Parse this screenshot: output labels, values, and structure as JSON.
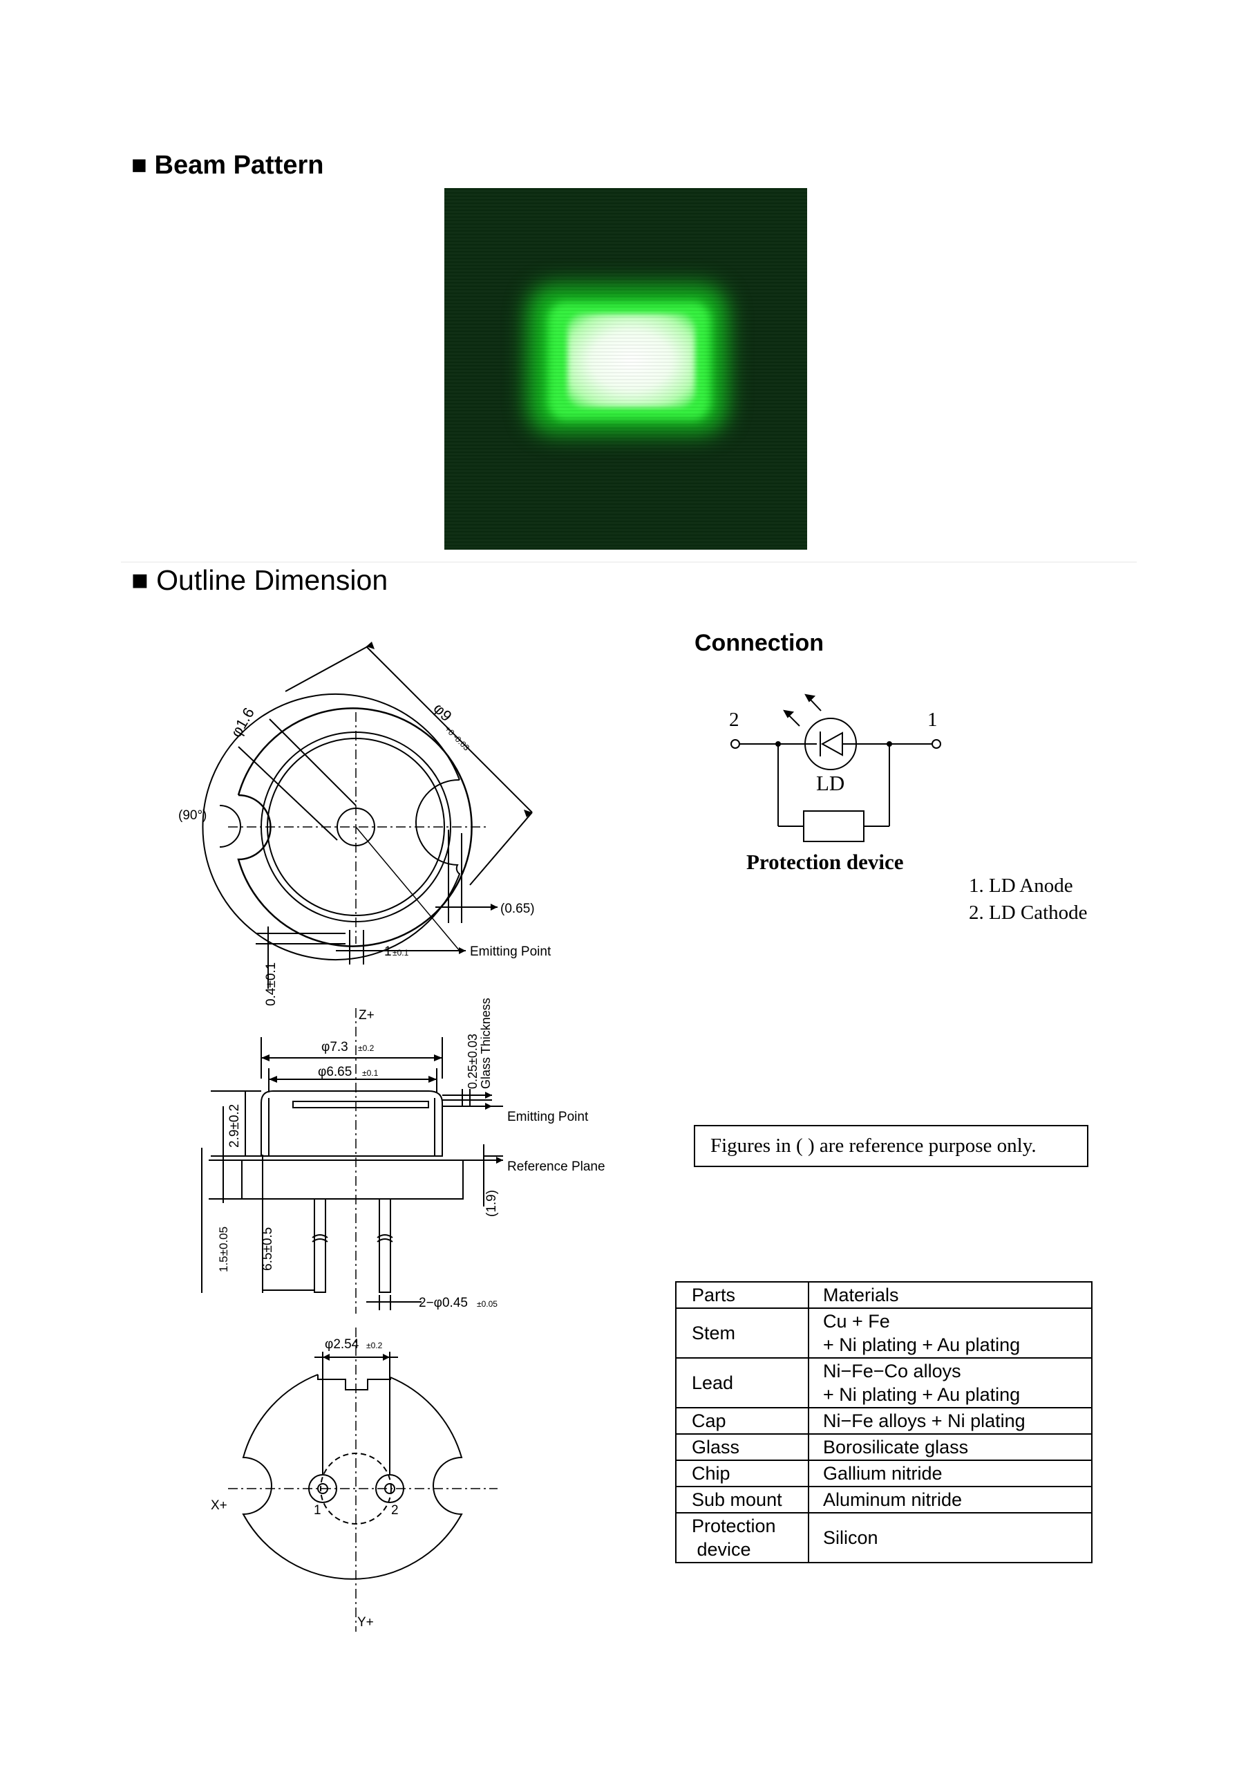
{
  "sections": {
    "beam_title": "■ Beam Pattern",
    "outline_title": "■ Outline Dimension"
  },
  "drawing": {
    "top_dia_small": "φ1.6",
    "top_dia": "φ9",
    "top_dia_tol": "+0 -0.03",
    "angle": "(90°)",
    "offset": "(0.65)",
    "key_width": "1",
    "key_width_tol": "±0.1",
    "key_depth": "0.4±0.1",
    "emitting_point": "Emitting Point",
    "z_axis": "Z+",
    "cap_dia": "φ7.3",
    "cap_dia_tol": "±0.2",
    "window_dia": "φ6.65",
    "window_dia_tol": "±0.1",
    "glass_thickness_val": "0.25±0.03",
    "glass_thickness_label": "Glass Thickness",
    "height": "2.9±0.2",
    "reference_plane": "Reference Plane",
    "base_height": "(1.9)",
    "flange": "1.5±0.05",
    "lead_length": "6.5±0.5",
    "lead_dia": "2−φ0.45",
    "lead_dia_tol": "±0.05",
    "pitch": "φ2.54",
    "pitch_tol": "±0.2",
    "x_axis": "X+",
    "y_axis": "Y+",
    "pin1": "1",
    "pin2": "2"
  },
  "connection": {
    "title": "Connection",
    "pin_left": "2",
    "pin_right": "1",
    "ld": "LD",
    "protection": "Protection device",
    "pin_list": [
      "1. LD Anode",
      "2. LD Cathode"
    ]
  },
  "note": "Figures in ( ) are reference purpose only.",
  "materials": {
    "header": [
      "Parts",
      "Materials"
    ],
    "rows": [
      {
        "part": "Stem",
        "material_lines": [
          "Cu + Fe",
          "+ Ni plating + Au plating"
        ]
      },
      {
        "part": "Lead",
        "material_lines": [
          "Ni−Fe−Co alloys",
          "+ Ni plating + Au plating"
        ]
      },
      {
        "part": "Cap",
        "material_lines": [
          "Ni−Fe alloys + Ni plating"
        ]
      },
      {
        "part": "Glass",
        "material_lines": [
          "Borosilicate glass"
        ]
      },
      {
        "part": "Chip",
        "material_lines": [
          "Gallium nitride"
        ]
      },
      {
        "part": "Sub mount",
        "material_lines": [
          "Aluminum nitride"
        ]
      },
      {
        "part_lines": [
          "Protection",
          " device"
        ],
        "material_lines": [
          "Silicon"
        ]
      }
    ]
  }
}
